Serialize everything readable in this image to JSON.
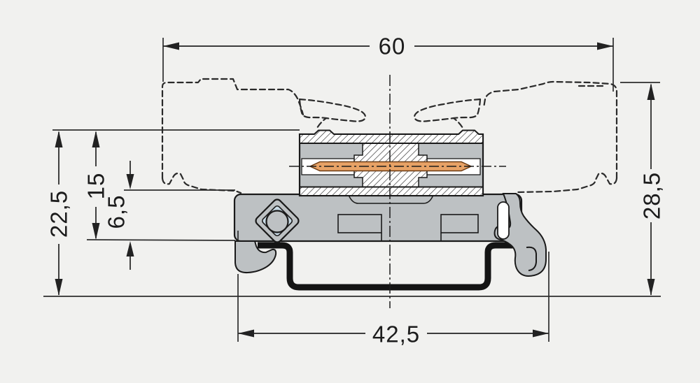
{
  "drawing": {
    "title": "DIN-rail mounted connector cross-section",
    "dimensions": {
      "top_width": "60",
      "right_height": "28,5",
      "left_height_total": "22,5",
      "left_height_upper": "15",
      "left_height_gap": "6,5",
      "bottom_rail_width": "42,5"
    },
    "colors": {
      "background": "#f1f1ef",
      "part_gray": "#bdc1c3",
      "rail_black": "#141414",
      "pin_copper": "#e7a266",
      "marker_blue": "#c8dae5",
      "line_dark": "#1a1a1a"
    }
  }
}
